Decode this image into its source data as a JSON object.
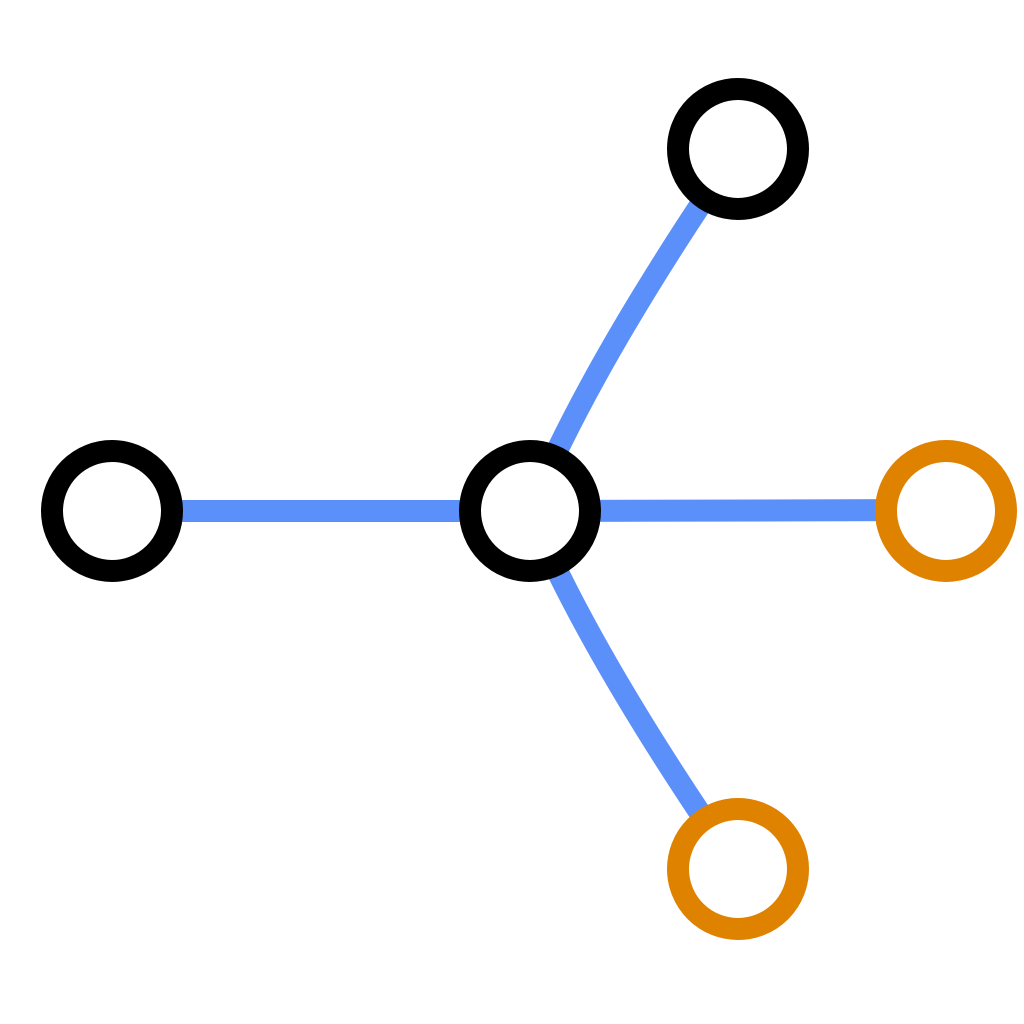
{
  "diagram": {
    "type": "tree-graph",
    "colors": {
      "edge": "#5b8ffa",
      "default_node": "#000000",
      "highlight_node": "#de8200",
      "background": "#ffffff"
    },
    "nodes": [
      {
        "id": "hub",
        "color_role": "default_node"
      },
      {
        "id": "left",
        "color_role": "default_node"
      },
      {
        "id": "top",
        "color_role": "default_node"
      },
      {
        "id": "right",
        "color_role": "highlight_node"
      },
      {
        "id": "bottom",
        "color_role": "highlight_node"
      }
    ],
    "edges": [
      {
        "from": "hub",
        "to": "left"
      },
      {
        "from": "hub",
        "to": "top"
      },
      {
        "from": "hub",
        "to": "right"
      },
      {
        "from": "hub",
        "to": "bottom"
      }
    ]
  }
}
